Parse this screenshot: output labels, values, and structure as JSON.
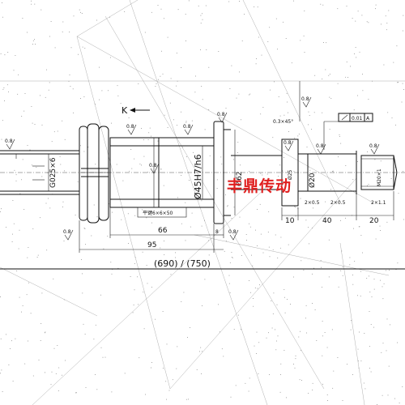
{
  "drawing": {
    "view_label": "K",
    "watermark": "丰鼎传动",
    "roughness": "0.8",
    "dimensions": {
      "left_thread": "G025×6",
      "length_66": "66",
      "length_95": "95",
      "length_8": "8",
      "center_fit": "Ø45H7/h6",
      "flange_dia": "Ø62",
      "chamfer": "0.3×45°",
      "tolerance_value": "0.01",
      "datum_ref": "A",
      "shaft_dia": "Ø20",
      "shaft_dia2": "Ø25",
      "thread_right": "M20×1",
      "groove_left": "2×0.5",
      "groove_mid": "2×0.5",
      "groove_right": "2×1.1",
      "length_10": "10",
      "length_40": "40",
      "length_20": "20",
      "key_spec": "平键6×6×50",
      "overall": "(690) / (750)"
    }
  }
}
